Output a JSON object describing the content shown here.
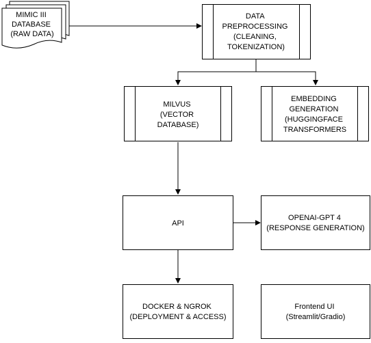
{
  "diagram": {
    "nodes": {
      "mimic": {
        "lines": [
          "MIMIC III",
          "DATABASE",
          "(RAW DATA)"
        ]
      },
      "preprocessing": {
        "lines": [
          "DATA",
          "PREPROCESSING",
          "(CLEANING,",
          "TOKENIZATION)"
        ]
      },
      "milvus": {
        "lines": [
          "MILVUS",
          "(VECTOR",
          "DATABASE)"
        ]
      },
      "embedding": {
        "lines": [
          "EMBEDDING",
          "GENERATION",
          "(HUGGINGFACE",
          "TRANSFORMERS"
        ]
      },
      "api": {
        "lines": [
          "API"
        ]
      },
      "openai": {
        "lines": [
          "OPENAI-GPT 4",
          "(RESPONSE GENERATION)"
        ]
      },
      "docker": {
        "lines": [
          "DOCKER & NGROK",
          "(DEPLOYMENT & ACCESS)"
        ]
      },
      "frontend": {
        "lines": [
          "Frontend UI",
          "(Streamlit/Gradio)"
        ]
      }
    },
    "edges": [
      {
        "from": "mimic",
        "to": "preprocessing"
      },
      {
        "from": "preprocessing",
        "to": "milvus"
      },
      {
        "from": "preprocessing",
        "to": "embedding"
      },
      {
        "from": "milvus",
        "to": "api"
      },
      {
        "from": "api",
        "to": "openai"
      },
      {
        "from": "api",
        "to": "docker"
      }
    ]
  }
}
